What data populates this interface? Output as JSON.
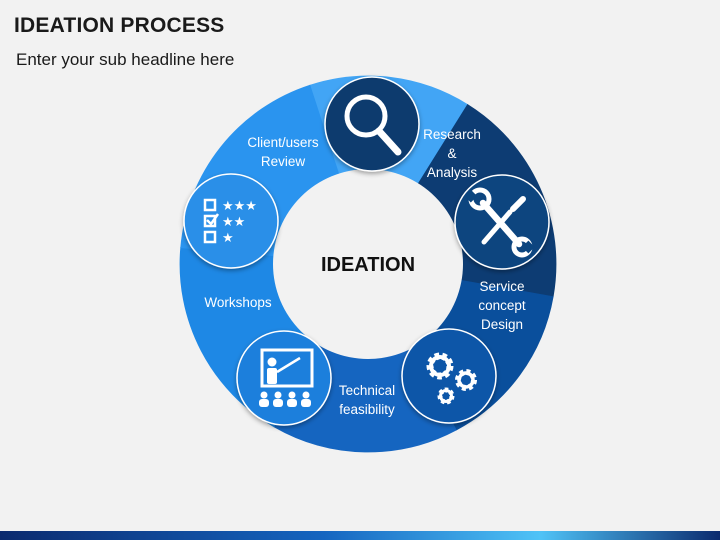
{
  "header": {
    "title": "IDEATION PROCESS",
    "subtitle": "Enter your sub headline here"
  },
  "diagram": {
    "center_label": "IDEATION",
    "colors": {
      "segment_1": "#42a5f5",
      "segment_2": "#0d3c73",
      "segment_3": "#0a4f9c",
      "segment_4": "#1565c0",
      "segment_5": "#1e88e5",
      "segment_6": "#2a94ef"
    },
    "stages": [
      {
        "lines": [
          "Research",
          "&",
          "Analysis"
        ],
        "icon": "magnifier-icon"
      },
      {
        "lines": [
          "Service",
          "concept",
          "Design"
        ],
        "icon": "tools-icon"
      },
      {
        "lines": [
          "Technical",
          "feasibility"
        ],
        "icon": "gears-icon"
      },
      {
        "lines": [
          "Workshops"
        ],
        "icon": "presentation-icon"
      },
      {
        "lines": [
          "Client/users",
          "Review"
        ],
        "icon": "rating-checklist-icon"
      }
    ]
  }
}
